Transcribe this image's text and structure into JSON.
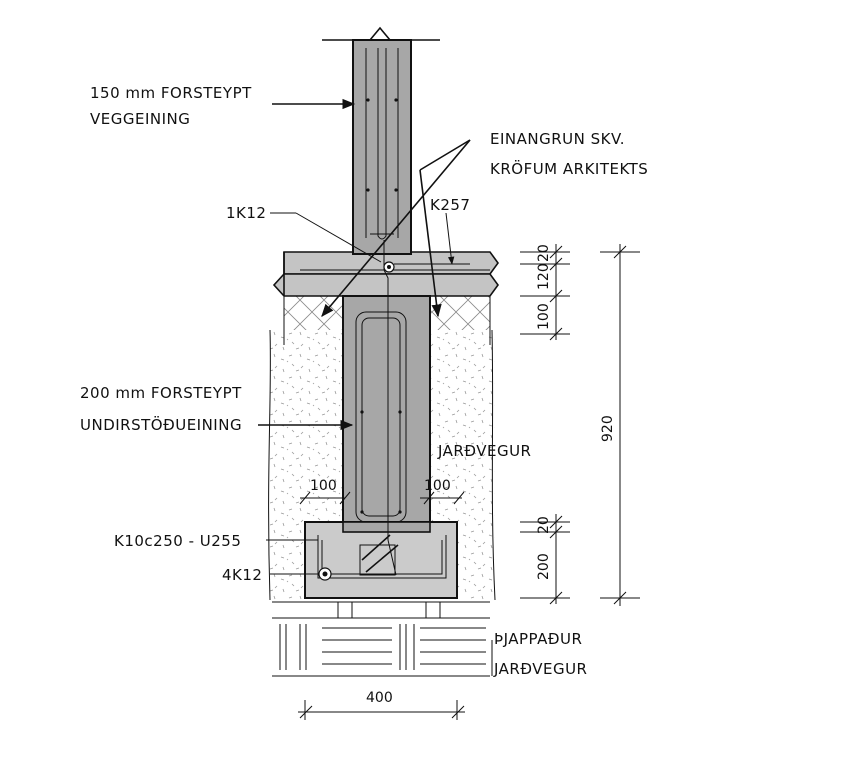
{
  "labels": {
    "wall": [
      "150 mm FORSTEYPT",
      "VEGGEINING"
    ],
    "insulation": [
      "EINANGRUN SKV.",
      "KRÖFUM ARKITEKTS"
    ],
    "bar_1k12": "1K12",
    "bar_k257": "K257",
    "footing_unit": [
      "200 mm FORSTEYPT",
      "UNDIRSTÖÐUEINING"
    ],
    "soil": "JARÐVEGUR",
    "stirrup": "K10c250 - U255",
    "bar_4k12": "4K12",
    "compacted_soil": [
      "ÞJAPPAÐUR",
      "JARÐVEGUR"
    ]
  },
  "dimensions": {
    "slab_top": "20",
    "slab": "120",
    "insulation": "100",
    "total_height": "920",
    "footing_top": "20",
    "footing": "200",
    "offset_left": "100",
    "offset_right": "100",
    "footing_width": "400"
  },
  "colors": {
    "concrete_precast": "#a7a7a7",
    "concrete_slab": "#c4c4c4",
    "concrete_footing": "#cbcbcb",
    "soil_speckle": "#9a9a9a",
    "line": "#111111"
  }
}
